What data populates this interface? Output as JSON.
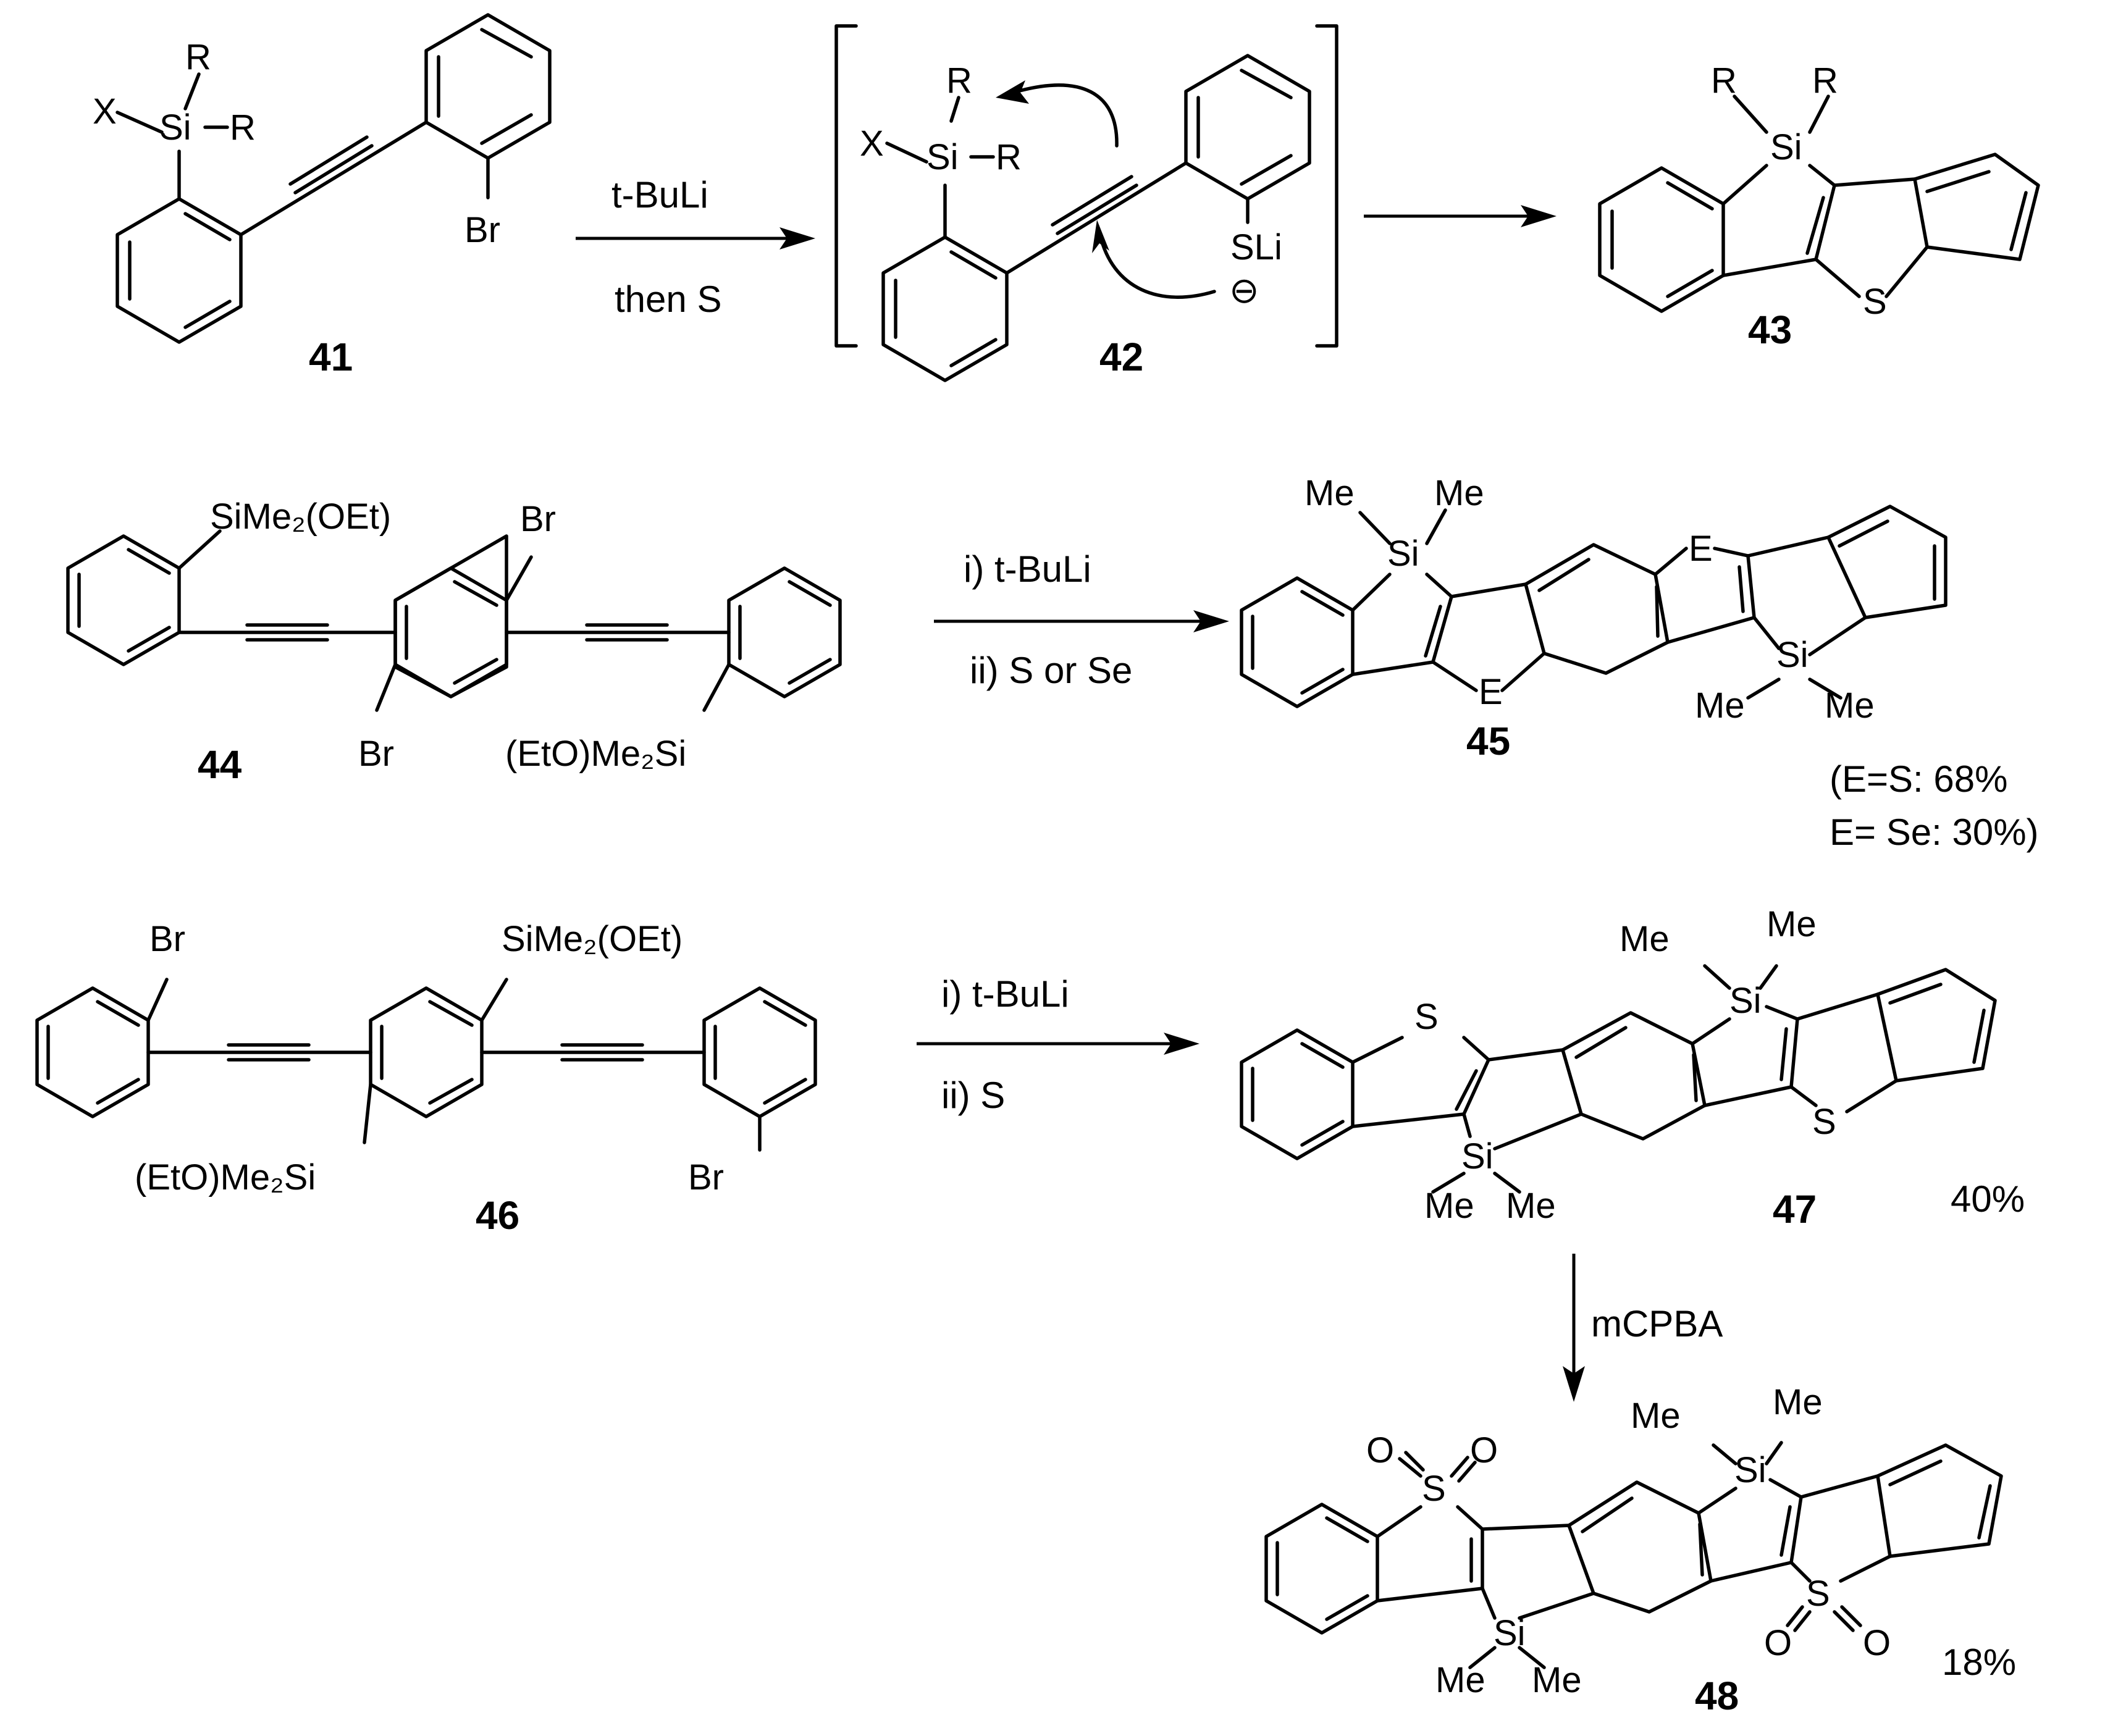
{
  "atoms": {
    "Si": "Si",
    "R": "R",
    "X": "X",
    "Br": "Br",
    "S": "S",
    "E": "E",
    "Me": "Me",
    "O": "O",
    "SLi": "SLi",
    "minus": "⊖",
    "SiMe2OEt": "SiMe₂(OEt)",
    "EtOMe2Si": "(EtO)Me₂Si"
  },
  "compounds": {
    "c41": "41",
    "c42": "42",
    "c43": "43",
    "c44": "44",
    "c45": "45",
    "c46": "46",
    "c47": "47",
    "c48": "48"
  },
  "reagents": {
    "r1_top": "t-BuLi",
    "r1_bottom": "then S",
    "r2_top": "i) t-BuLi",
    "r2_bottom": "ii) S or Se",
    "r3_top": "i) t-BuLi",
    "r3_bottom": "ii) S",
    "r4": "mCPBA"
  },
  "yields": {
    "y45_line1": "(E=S: 68%",
    "y45_line2": "E= Se: 30%)",
    "y47": "40%",
    "y48": "18%"
  }
}
